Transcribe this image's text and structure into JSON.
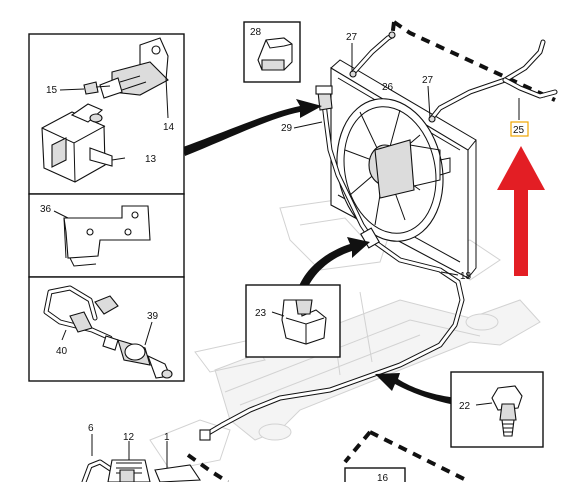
{
  "callouts": {
    "c1": "1",
    "c6": "6",
    "c12": "12",
    "c13": "13",
    "c14": "14",
    "c15": "15",
    "c16": "16",
    "c18": "18",
    "c22": "22",
    "c23": "23",
    "c25": "25",
    "c26": "26",
    "c27a": "27",
    "c27b": "27",
    "c28": "28",
    "c29": "29",
    "c36": "36",
    "c39": "39",
    "c40": "40"
  },
  "highlight": {
    "part": "25",
    "box_color": "#f0a500",
    "arrow_color": "#e31e24"
  }
}
